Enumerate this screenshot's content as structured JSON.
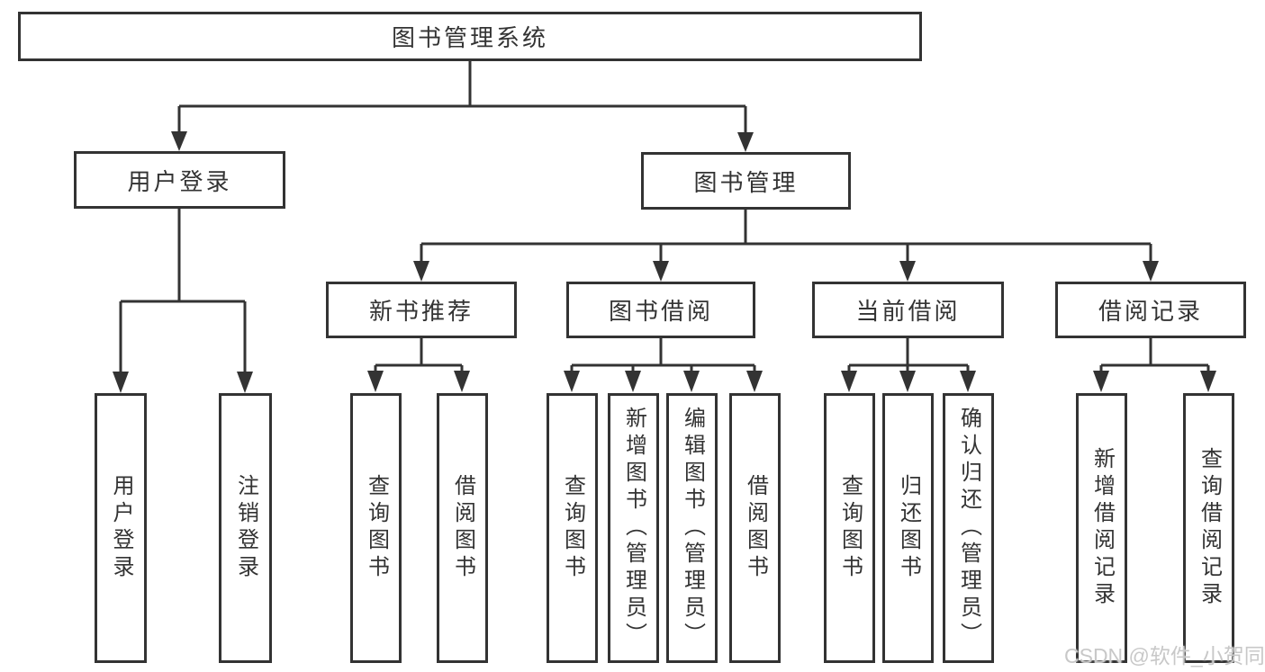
{
  "diagram": {
    "root": {
      "label": "图书管理系统"
    },
    "branches": {
      "user_login": {
        "label": "用户登录",
        "children": [
          "用户登录",
          "注销登录"
        ]
      },
      "book_management": {
        "label": "图书管理",
        "sections": [
          {
            "label": "新书推荐",
            "children": [
              "查询图书",
              "借阅图书"
            ]
          },
          {
            "label": "图书借阅",
            "children": [
              "查询图书",
              "新增图书（管理员）",
              "编辑图书（管理员）",
              "借阅图书"
            ]
          },
          {
            "label": "当前借阅",
            "children": [
              "查询图书",
              "归还图书",
              "确认归还（管理员）"
            ]
          },
          {
            "label": "借阅记录",
            "children": [
              "新增借阅记录",
              "查询借阅记录"
            ]
          }
        ]
      }
    }
  },
  "watermark": {
    "text": "CSDN @软件_小贺同学",
    "color": "#c8c8c8"
  },
  "colors": {
    "line": "#333333",
    "box_background": "#ffffff",
    "text": "#333333",
    "page_background": "#ffffff"
  }
}
